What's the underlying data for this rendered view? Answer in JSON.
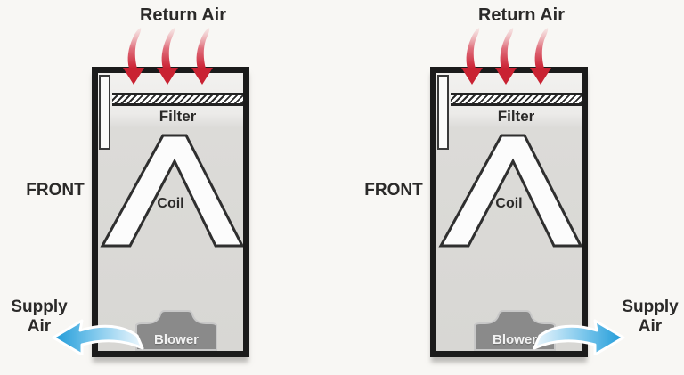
{
  "title": "Air handler airflow diagram",
  "colors": {
    "background": "#f8f7f4",
    "cabinet_border": "#1b1b1b",
    "text": "#2b2a29",
    "return_air_arrow": "#c92232",
    "supply_air_arrow": "#2fa8e1",
    "blower_fill": "#8a8a8a",
    "blower_text": "#f2f2f2",
    "coil_fill": "#fcfcfc",
    "coil_outline": "#2f2f2f"
  },
  "units": [
    {
      "side": "left",
      "front_label": "FRONT",
      "return_air_label": "Return Air",
      "return_arrow_count": 3,
      "filter_label": "Filter",
      "coil_label": "Coil",
      "blower_label": "Blower",
      "supply_air_line1": "Supply",
      "supply_air_line2": "Air",
      "supply_direction": "left"
    },
    {
      "side": "right",
      "front_label": "FRONT",
      "return_air_label": "Return Air",
      "return_arrow_count": 3,
      "filter_label": "Filter",
      "coil_label": "Coil",
      "blower_label": "Blower",
      "supply_air_line1": "Supply",
      "supply_air_line2": "Air",
      "supply_direction": "right"
    }
  ]
}
